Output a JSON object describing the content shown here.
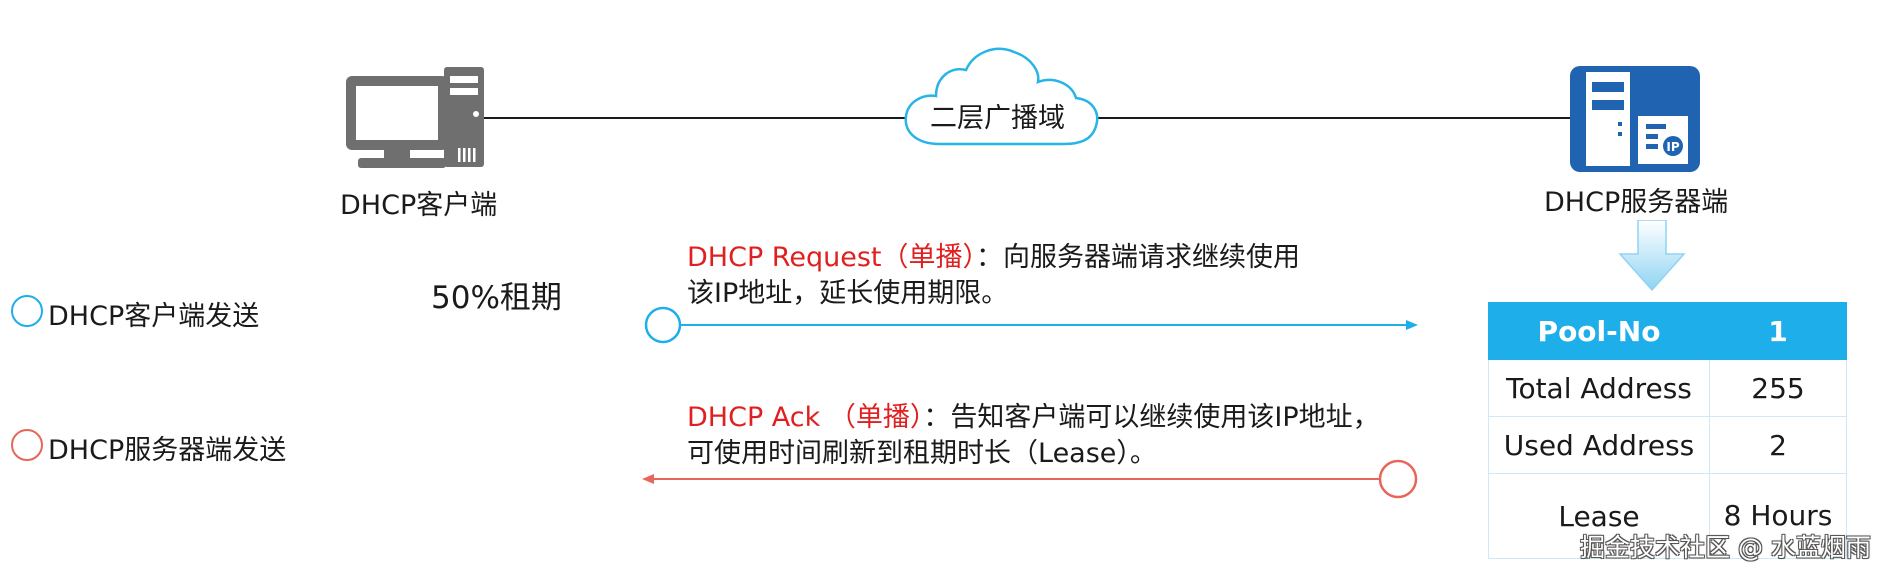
{
  "client": {
    "label": "DHCP客户端"
  },
  "server": {
    "label": "DHCP服务器端"
  },
  "network": {
    "label": "二层广播域"
  },
  "lease_point": "50%租期",
  "legend": [
    {
      "label": "DHCP客户端发送",
      "color": "#1eaeea"
    },
    {
      "label": "DHCP服务器端发送",
      "color": "#e8655a"
    }
  ],
  "messages": {
    "request": {
      "title": "DHCP Request（单播）",
      "desc_line1": "：向服务器端请求继续使用",
      "desc_line2": "该IP地址，延长使用期限。",
      "color": "#1eaeea"
    },
    "ack": {
      "title": "DHCP Ack （单播）",
      "desc_line1": "：告知客户端可以继续使用该IP地址，",
      "desc_line2": "可使用时间刷新到租期时长（Lease）。",
      "color": "#e8655a"
    }
  },
  "pool_table": {
    "header": {
      "key": "Pool-No",
      "value": "1"
    },
    "rows": [
      {
        "key": "Total Address",
        "value": "255"
      },
      {
        "key": "Used Address",
        "value": "2"
      },
      {
        "key": "Lease",
        "value": "8 Hours"
      }
    ]
  },
  "watermark": "掘金技术社区 @ 水蓝烟雨"
}
